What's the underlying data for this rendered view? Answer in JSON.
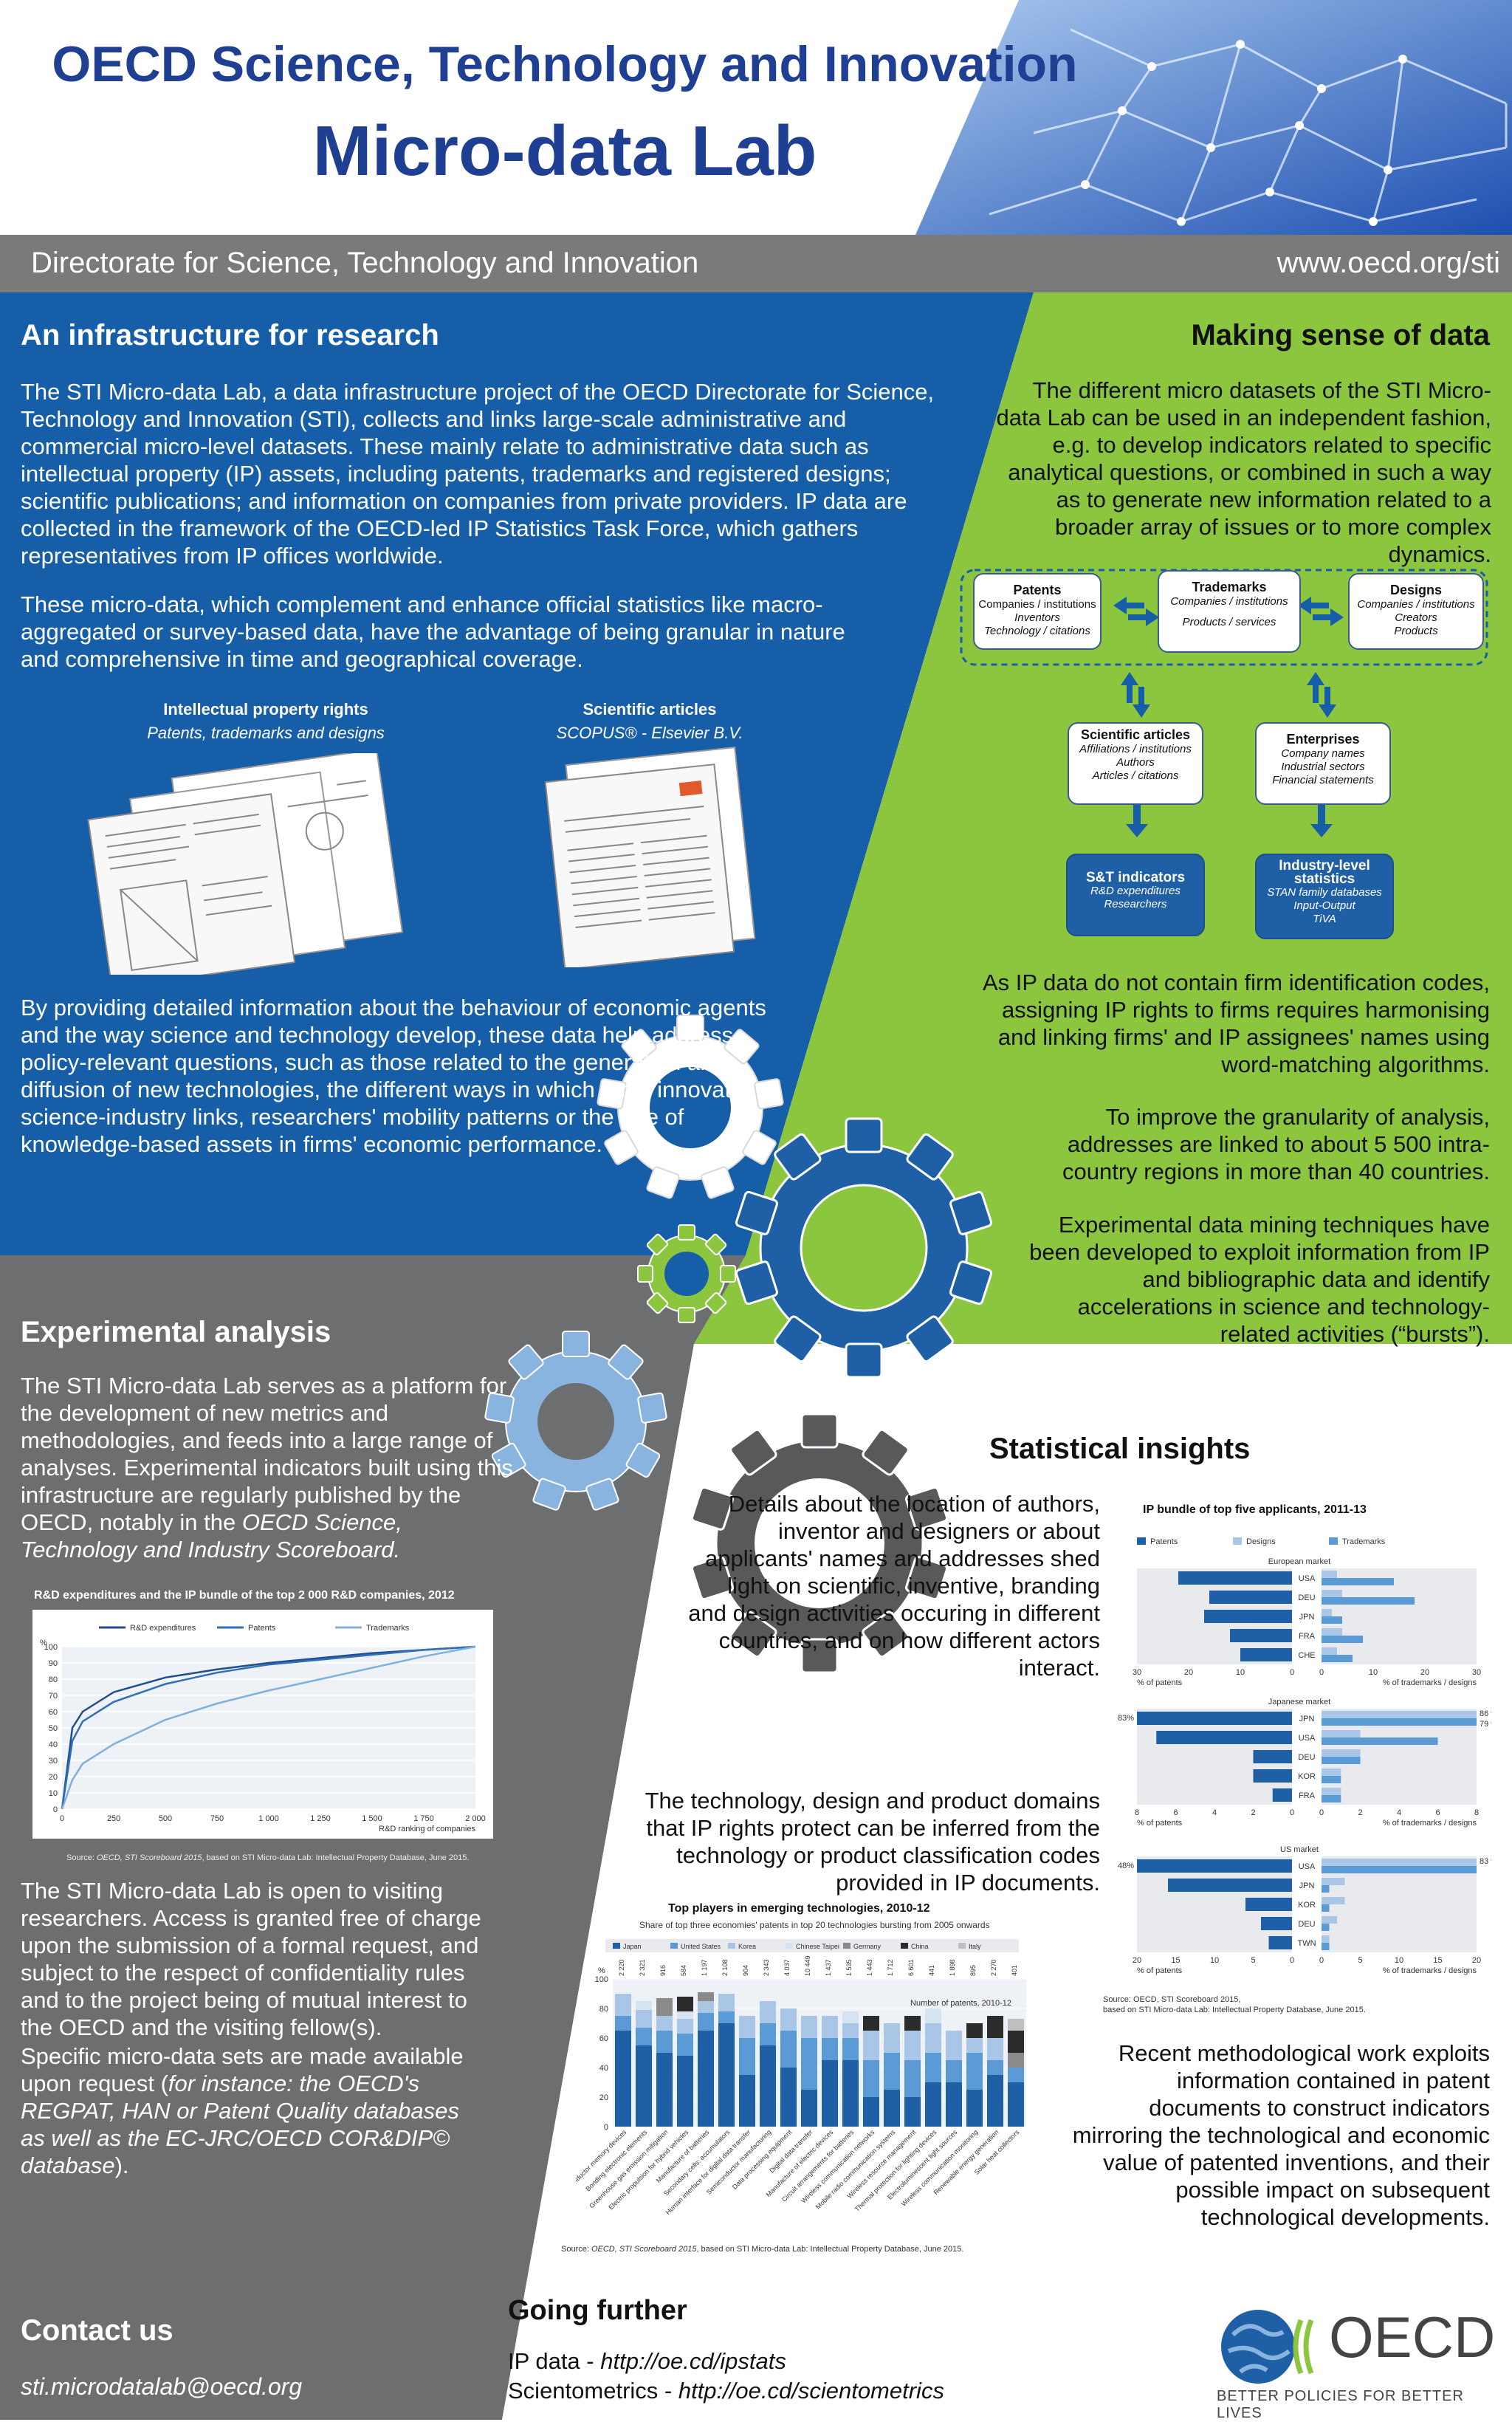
{
  "header": {
    "title_line1": "OECD Science, Technology and Innovation",
    "title_line2": "Micro-data Lab"
  },
  "band": {
    "left": "Directorate for Science, Technology and Innovation",
    "right": "www.oecd.org/sti"
  },
  "infrastructure": {
    "title": "An infrastructure for research",
    "p1": "The STI Micro-data Lab, a data infrastructure project of the OECD Directorate for Science, Technology and Innovation (STI), collects and links large-scale administrative and commercial micro-level datasets. These mainly relate to administrative data such as intellectual property (IP) assets, including patents, trademarks and registered designs; scientific publications; and information on companies from private providers. IP data are collected in the framework of the OECD-led IP Statistics Task Force, which gathers representatives from IP offices worldwide.",
    "p2": "These micro-data, which complement and enhance official statistics like macro-aggregated or survey-based data, have the advantage of being granular in nature and comprehensive in time and geographical coverage.",
    "ip_caption_title": "Intellectual property rights",
    "ip_caption_sub": "Patents, trademarks and designs",
    "sci_caption_title": "Scientific articles",
    "sci_caption_sub": "SCOPUS® - Elsevier B.V.",
    "p3": "By providing detailed information about the behaviour of economic agents and the way science and technology develop, these data help address policy-relevant questions, such as those related to the generation and diffusion of new technologies, the different ways in which firms innovate, science-industry links, researchers' mobility patterns or the role of knowledge-based assets in firms' economic performance."
  },
  "sense": {
    "title": "Making sense of data",
    "p1": "The different micro datasets of the STI Micro-data Lab can be used in an independent fashion, e.g. to develop indicators related to specific analytical questions, or combined in such a way as to generate new information related to a broader array of issues or to more complex dynamics.",
    "nodes": {
      "patents": {
        "title": "Patents",
        "l1": "Companies / institutions",
        "l2": "Inventors",
        "l3": "Technology / citations"
      },
      "trademarks": {
        "title": "Trademarks",
        "l1": "Companies / institutions",
        "l2": "Products / services"
      },
      "designs": {
        "title": "Designs",
        "l1": "Companies / institutions",
        "l2": "Creators",
        "l3": "Products"
      },
      "scientific": {
        "title": "Scientific articles",
        "l1": "Affiliations / institutions",
        "l2": "Authors",
        "l3": "Articles / citations"
      },
      "enterprises": {
        "title": "Enterprises",
        "l1": "Company names",
        "l2": "Industrial sectors",
        "l3": "Financial statements"
      },
      "st_indicators": {
        "title": "S&T indicators",
        "l1": "R&D expenditures",
        "l2": "Researchers"
      },
      "industry": {
        "title": "Industry-level statistics",
        "l1": "STAN family databases",
        "l2": "Input-Output",
        "l3": "TiVA"
      }
    },
    "p2": "As IP data do not contain firm identification codes, assigning IP rights to firms requires harmonising and linking firms' and IP assignees' names using word-matching algorithms.",
    "p3": "To improve the granularity of analysis, addresses are linked to about 5 500 intra-country regions in more than 40 countries.",
    "p4": "Experimental data mining techniques have been developed to exploit information from IP and bibliographic data and identify accelerations in science and technology-related activities (“bursts”)."
  },
  "experimental": {
    "title": "Experimental analysis",
    "p1a": "The STI Micro-data Lab serves as a platform for the development of new metrics and methodologies, and feeds into a large range of analyses. Experimental indicators built using this infrastructure are regularly published by the OECD, notably in the ",
    "p1b": "OECD Science, Technology and Industry Scoreboard.",
    "p2": "The STI Micro-data Lab is open to visiting researchers. Access is granted free of charge upon the submission of a formal request, and subject to the respect of confidentiality rules and to the project being of mutual interest to the OECD and the visiting fellow(s).",
    "p3a": "Specific micro-data sets are made available upon request (",
    "p3b": "for instance: the OECD's REGPAT, HAN or Patent Quality databases as well as the EC-JRC/OECD COR&DIP© database",
    "p3c": ")."
  },
  "insights": {
    "title": "Statistical insights",
    "p1": "Details about the location of authors, inventor and designers or about applicants' names and addresses shed light on scientific, inventive, branding and design activities occuring in different countries, and on how different actors interact.",
    "p2": "The technology, design and product domains that IP rights protect can be inferred from the technology or product classification codes provided in IP documents.",
    "p3": "Recent methodological work exploits information contained in patent documents to construct indicators mirroring the technological and economic value of patented inventions, and their possible impact on subsequent technological developments."
  },
  "contact": {
    "title": "Contact us",
    "email": "sti.microdatalab@oecd.org"
  },
  "going": {
    "title": "Going further",
    "ip_label": "IP data - ",
    "ip_link": "http://oe.cd/ipstats",
    "sci_label": "Scientometrics - ",
    "sci_link": "http://oe.cd/scientometrics"
  },
  "logo": {
    "name": "OECD",
    "tagline": "BETTER POLICIES FOR BETTER LIVES"
  },
  "colors": {
    "blue": "#175ea8",
    "green": "#8cc63f",
    "grey": "#6d6e70",
    "navy": "#1f3f93"
  },
  "chart_data": [
    {
      "type": "line",
      "title": "R&D expenditures and the IP bundle of the top 2 000 R&D companies, 2012",
      "ylabel": "%",
      "xlabel": "R&D ranking of companies",
      "ylim": [
        0,
        100
      ],
      "xlim": [
        0,
        2000
      ],
      "xticks": [
        "0",
        "250",
        "500",
        "750",
        "1 000",
        "1 250",
        "1 500",
        "1 750",
        "2 000"
      ],
      "yticks": [
        "0",
        "10",
        "20",
        "30",
        "40",
        "50",
        "60",
        "70",
        "80",
        "90",
        "100"
      ],
      "series": [
        {
          "name": "R&D expenditures",
          "x": [
            0,
            50,
            100,
            250,
            500,
            750,
            1000,
            1250,
            1500,
            1750,
            2000
          ],
          "y": [
            0,
            50,
            60,
            72,
            81,
            86,
            90,
            93,
            96,
            98,
            100
          ]
        },
        {
          "name": "Patents",
          "x": [
            0,
            50,
            100,
            250,
            500,
            750,
            1000,
            1250,
            1500,
            1750,
            2000
          ],
          "y": [
            0,
            42,
            54,
            66,
            77,
            84,
            89,
            92,
            95,
            98,
            100
          ]
        },
        {
          "name": "Trademarks",
          "x": [
            0,
            50,
            100,
            250,
            500,
            750,
            1000,
            1250,
            1500,
            1750,
            2000
          ],
          "y": [
            0,
            18,
            28,
            40,
            55,
            65,
            73,
            80,
            87,
            94,
            100
          ]
        }
      ],
      "source_a": "Source: ",
      "source_b": "OECD, STI Scoreboard 2015",
      "source_c": ", based on STI Micro-data Lab: Intellectual Property Database, June 2015."
    },
    {
      "type": "bar",
      "title": "IP bundle of top five applicants, 2011-13",
      "legend": [
        "Patents",
        "Designs",
        "Trademarks"
      ],
      "panels": [
        {
          "name": "European market",
          "categories": [
            "USA",
            "DEU",
            "JPN",
            "FRA",
            "CHE"
          ],
          "patents": [
            22,
            16,
            17,
            12,
            10
          ],
          "designs": [
            3,
            4,
            2,
            4,
            3
          ],
          "trademarks": [
            14,
            18,
            4,
            8,
            6
          ],
          "left_max": 30,
          "right_max": 30,
          "left_ticks": [
            "30",
            "20",
            "10",
            "0"
          ],
          "right_ticks": [
            "0",
            "10",
            "20",
            "30"
          ]
        },
        {
          "name": "Japanese market",
          "categories": [
            "JPN",
            "USA",
            "DEU",
            "KOR",
            "FRA"
          ],
          "patents": [
            83,
            7,
            2,
            2,
            1
          ],
          "designs": [
            79,
            2,
            2,
            1,
            1
          ],
          "trademarks": [
            86,
            6,
            2,
            1,
            1
          ],
          "left_max": 8,
          "right_max": 8,
          "left_ticks": [
            "8",
            "6",
            "4",
            "2",
            "0"
          ],
          "right_ticks": [
            "0",
            "2",
            "4",
            "6",
            "8"
          ],
          "ann_left": "83%",
          "ann_right1": "86 %",
          "ann_right2": "79 %"
        },
        {
          "name": "US market",
          "categories": [
            "USA",
            "JPN",
            "KOR",
            "DEU",
            "TWN"
          ],
          "patents": [
            48,
            16,
            6,
            4,
            3
          ],
          "designs": [
            60,
            3,
            3,
            2,
            1
          ],
          "trademarks": [
            83,
            1,
            1,
            1,
            1
          ],
          "left_max": 20,
          "right_max": 20,
          "left_ticks": [
            "20",
            "15",
            "10",
            "5",
            "0"
          ],
          "right_ticks": [
            "0",
            "5",
            "10",
            "15",
            "20"
          ],
          "ann_left": "48%",
          "ann_right1": "83 %"
        }
      ],
      "xlabel_left": "% of patents",
      "xlabel_right": "% of trademarks / designs",
      "source_a": "Source: OECD, STI Scoreboard 2015,",
      "source_b": "based on STI Micro-data Lab: Intellectual Property Database, June 2015."
    },
    {
      "type": "bar",
      "stacked": true,
      "title": "Top players in emerging technologies, 2010-12",
      "subtitle": "Share of top three economies' patents in top 20 technologies bursting from 2005 onwards",
      "legend": [
        "Japan",
        "United States",
        "Korea",
        "Chinese Taipei",
        "Germany",
        "China",
        "Italy"
      ],
      "ylabel": "%",
      "ylim": [
        0,
        100
      ],
      "annotation": "Number of patents, 2010-12",
      "categories": [
        "Semiconductor memory devices",
        "Bonding electronic elements",
        "Greenhouse gas emission mitigation",
        "Electric propulsion for hybrid vehicles",
        "Manufacture of batteries",
        "Secondary cells: accumulators",
        "Human interface for digital data transfer",
        "Semiconductor manufacturing",
        "Data processing equipment",
        "Digital data transfer",
        "Manufacture of electric devices",
        "Circuit arrangements for batteries",
        "Wireless communication networks",
        "Mobile radio communication systems",
        "Wireless resource management",
        "Thermal protection for lighting devices",
        "Electroluminescent light sources",
        "Wireless communication monitoring",
        "Renewable energy generation",
        "Solar heat collectors"
      ],
      "counts": [
        "2 220",
        "2 321",
        "916",
        "584",
        "1 197",
        "2 108",
        "904",
        "2 343",
        "4 037",
        "10 449",
        "1 437",
        "1 535",
        "1 443",
        "1 712",
        "6 601",
        "441",
        "1 898",
        "895",
        "2 270",
        "401"
      ],
      "series": [
        {
          "name": "Japan",
          "values": [
            65,
            55,
            50,
            48,
            65,
            70,
            35,
            55,
            40,
            25,
            45,
            45,
            20,
            25,
            20,
            30,
            30,
            25,
            35,
            30
          ]
        },
        {
          "name": "United States",
          "values": [
            10,
            12,
            15,
            15,
            12,
            8,
            25,
            15,
            25,
            35,
            15,
            15,
            25,
            25,
            25,
            20,
            15,
            25,
            10,
            10
          ]
        },
        {
          "name": "Korea",
          "values": [
            15,
            12,
            10,
            10,
            8,
            12,
            15,
            15,
            15,
            15,
            15,
            10,
            20,
            20,
            20,
            20,
            20,
            10,
            15,
            0
          ]
        },
        {
          "name": "Chinese Taipei",
          "values": [
            0,
            6,
            0,
            5,
            0,
            0,
            0,
            0,
            0,
            0,
            0,
            8,
            0,
            0,
            0,
            10,
            0,
            0,
            0,
            0
          ]
        },
        {
          "name": "Germany",
          "values": [
            0,
            0,
            12,
            0,
            6,
            0,
            0,
            0,
            0,
            0,
            0,
            0,
            0,
            0,
            0,
            0,
            0,
            0,
            0,
            10
          ]
        },
        {
          "name": "China",
          "values": [
            0,
            0,
            0,
            10,
            0,
            0,
            0,
            0,
            0,
            0,
            0,
            0,
            10,
            0,
            10,
            0,
            0,
            10,
            15,
            15
          ]
        },
        {
          "name": "Italy",
          "values": [
            0,
            0,
            0,
            0,
            0,
            0,
            0,
            0,
            0,
            0,
            0,
            0,
            0,
            0,
            0,
            0,
            0,
            0,
            0,
            8
          ]
        }
      ],
      "source_a": "Source: ",
      "source_b": "OECD, STI Scoreboard 2015",
      "source_c": ", based on STI Micro-data Lab: Intellectual Property Database, June 2015."
    }
  ]
}
